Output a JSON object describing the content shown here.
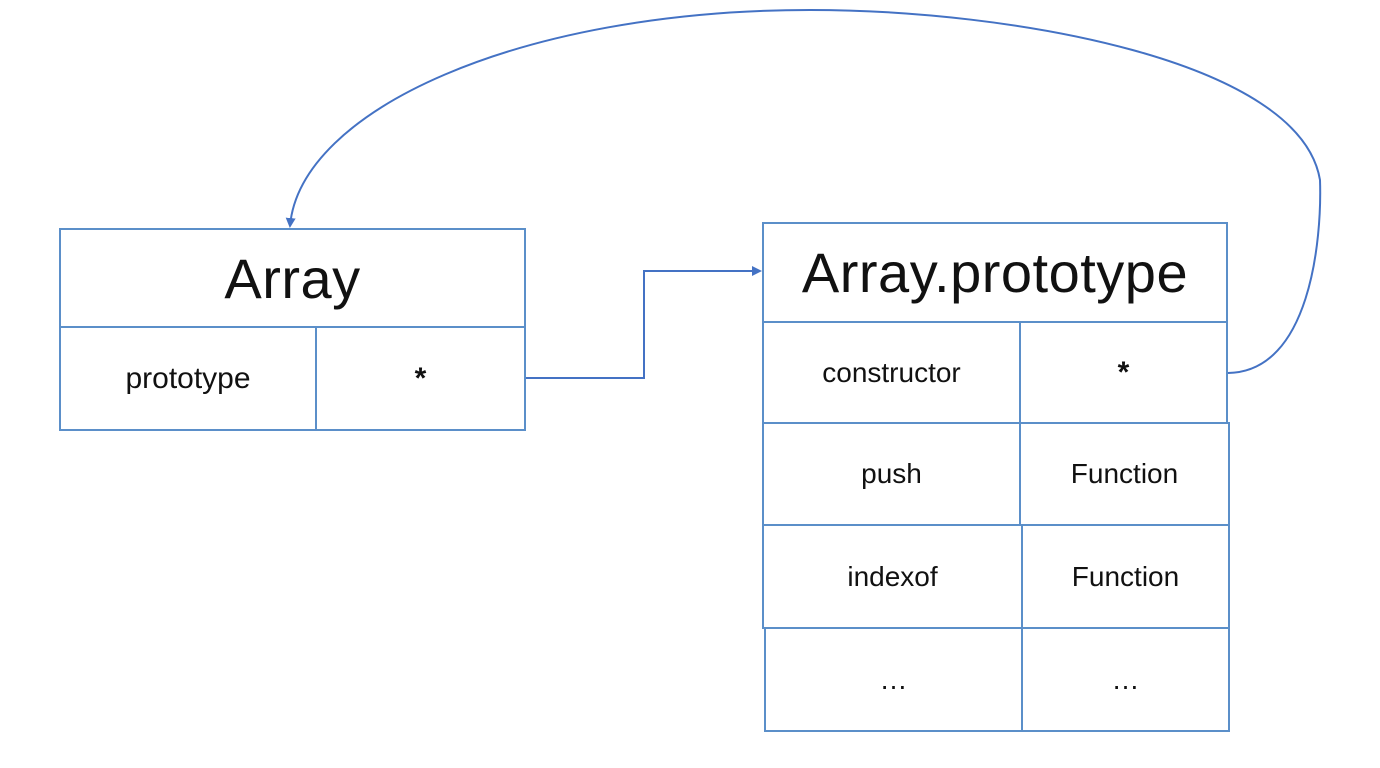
{
  "diagram": {
    "colors": {
      "border": "#5b8fc9",
      "arrow": "#4472c4",
      "text": "#111111"
    },
    "array_box": {
      "title": "Array",
      "row": {
        "key": "prototype",
        "value": "*"
      }
    },
    "prototype_box": {
      "title": "Array.prototype",
      "rows": [
        {
          "key": "constructor",
          "value": "*"
        },
        {
          "key": "push",
          "value": "Function"
        },
        {
          "key": "indexof",
          "value": "Function"
        },
        {
          "key": "…",
          "value": "…"
        }
      ]
    },
    "edges": [
      {
        "from": "Array.prototype",
        "to": "Array.prototype box"
      },
      {
        "from": "Array.prototype.constructor",
        "to": "Array box"
      }
    ]
  }
}
